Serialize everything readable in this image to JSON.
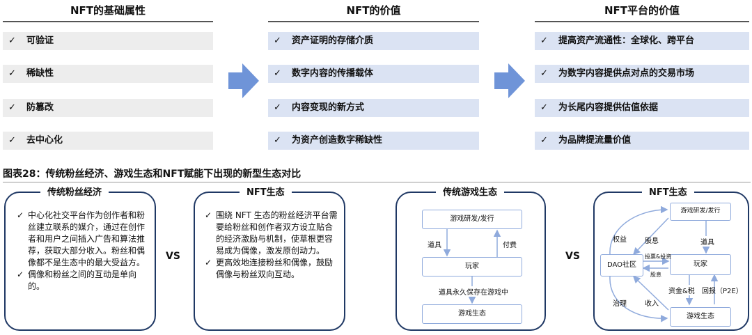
{
  "columns": [
    {
      "title": "NFT的基础属性",
      "items": [
        "可验证",
        "稀缺性",
        "防篡改",
        "去中心化"
      ]
    },
    {
      "title": "NFT的价值",
      "items": [
        "资产证明的存储介质",
        "数字内容的传播载体",
        "内容变现的新方式",
        "为资产创造数字稀缺性"
      ]
    },
    {
      "title": "NFT平台的价值",
      "items": [
        "提高资产流通性：全球化、跨平台",
        "为数字内容提供点对点的交易市场",
        "为长尾内容提供估值依据",
        "为品牌提流量价值"
      ]
    }
  ],
  "check_mark": "✓",
  "figure_title": "图表28：传统粉丝经济、游戏生态和NFT赋能下出现的新型生态对比",
  "vs_label": "VS",
  "panels": {
    "fan_traditional": {
      "title": "传统粉丝经济",
      "bullets": [
        "中心化社交平台作为创作者和粉丝建立联系的媒介，通过在创作者和用户之间插入广告和算法推荐，获取大部分收入。粉丝和偶像都不是生态中的最大受益方。",
        "偶像和粉丝之间的互动是单向的。"
      ]
    },
    "fan_nft": {
      "title": "NFT生态",
      "bullets": [
        "围绕 NFT 生态的粉丝经济平台需要给粉丝和创作者双方设立贴合的经济激励与机制，使草根更容易成为偶像，激发原创动力。",
        "更高效地连接粉丝和偶像，鼓励偶像与粉丝双向互动。"
      ]
    },
    "game_traditional": {
      "title": "传统游戏生态",
      "boxes": {
        "dev": "游戏研发/发行",
        "player": "玩家",
        "eco": "游戏生态"
      },
      "labels": {
        "props": "道具",
        "pay": "付费",
        "stay": "道具永久保存在游戏中"
      }
    },
    "game_nft": {
      "title": "NFT生态",
      "boxes": {
        "dev": "游戏研发/发行",
        "dao": "DAO社区",
        "player": "玩家",
        "eco": "游戏生态"
      },
      "labels": {
        "rights": "权益",
        "dividend": "股息",
        "props": "道具",
        "vote": "投票&投资",
        "dividend2": "股息",
        "govern": "治理",
        "income": "收入",
        "fund_tax": "资金&税",
        "reward": "回报（P2E）"
      }
    }
  }
}
